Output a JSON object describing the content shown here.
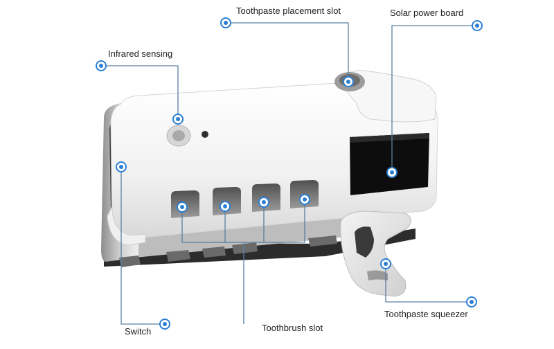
{
  "colors": {
    "accent": "#2a7fd4",
    "leader_line": "#5a7fa0",
    "body_white": "#f4f4f4",
    "body_shadow": "#c9c9c9",
    "dark_panel": "#101010",
    "slot_dark": "#3a3a3a"
  },
  "callouts": [
    {
      "id": "toothpaste-placement-slot",
      "label": "Toothpaste placement slot"
    },
    {
      "id": "solar-power-board",
      "label": "Solar power board"
    },
    {
      "id": "infrared-sensing",
      "label": "Infrared sensing"
    },
    {
      "id": "toothpaste-squeezer",
      "label": "Toothpaste squeezer"
    },
    {
      "id": "switch",
      "label": "Switch"
    },
    {
      "id": "toothbrush-slot",
      "label": "Toothbrush slot"
    }
  ]
}
